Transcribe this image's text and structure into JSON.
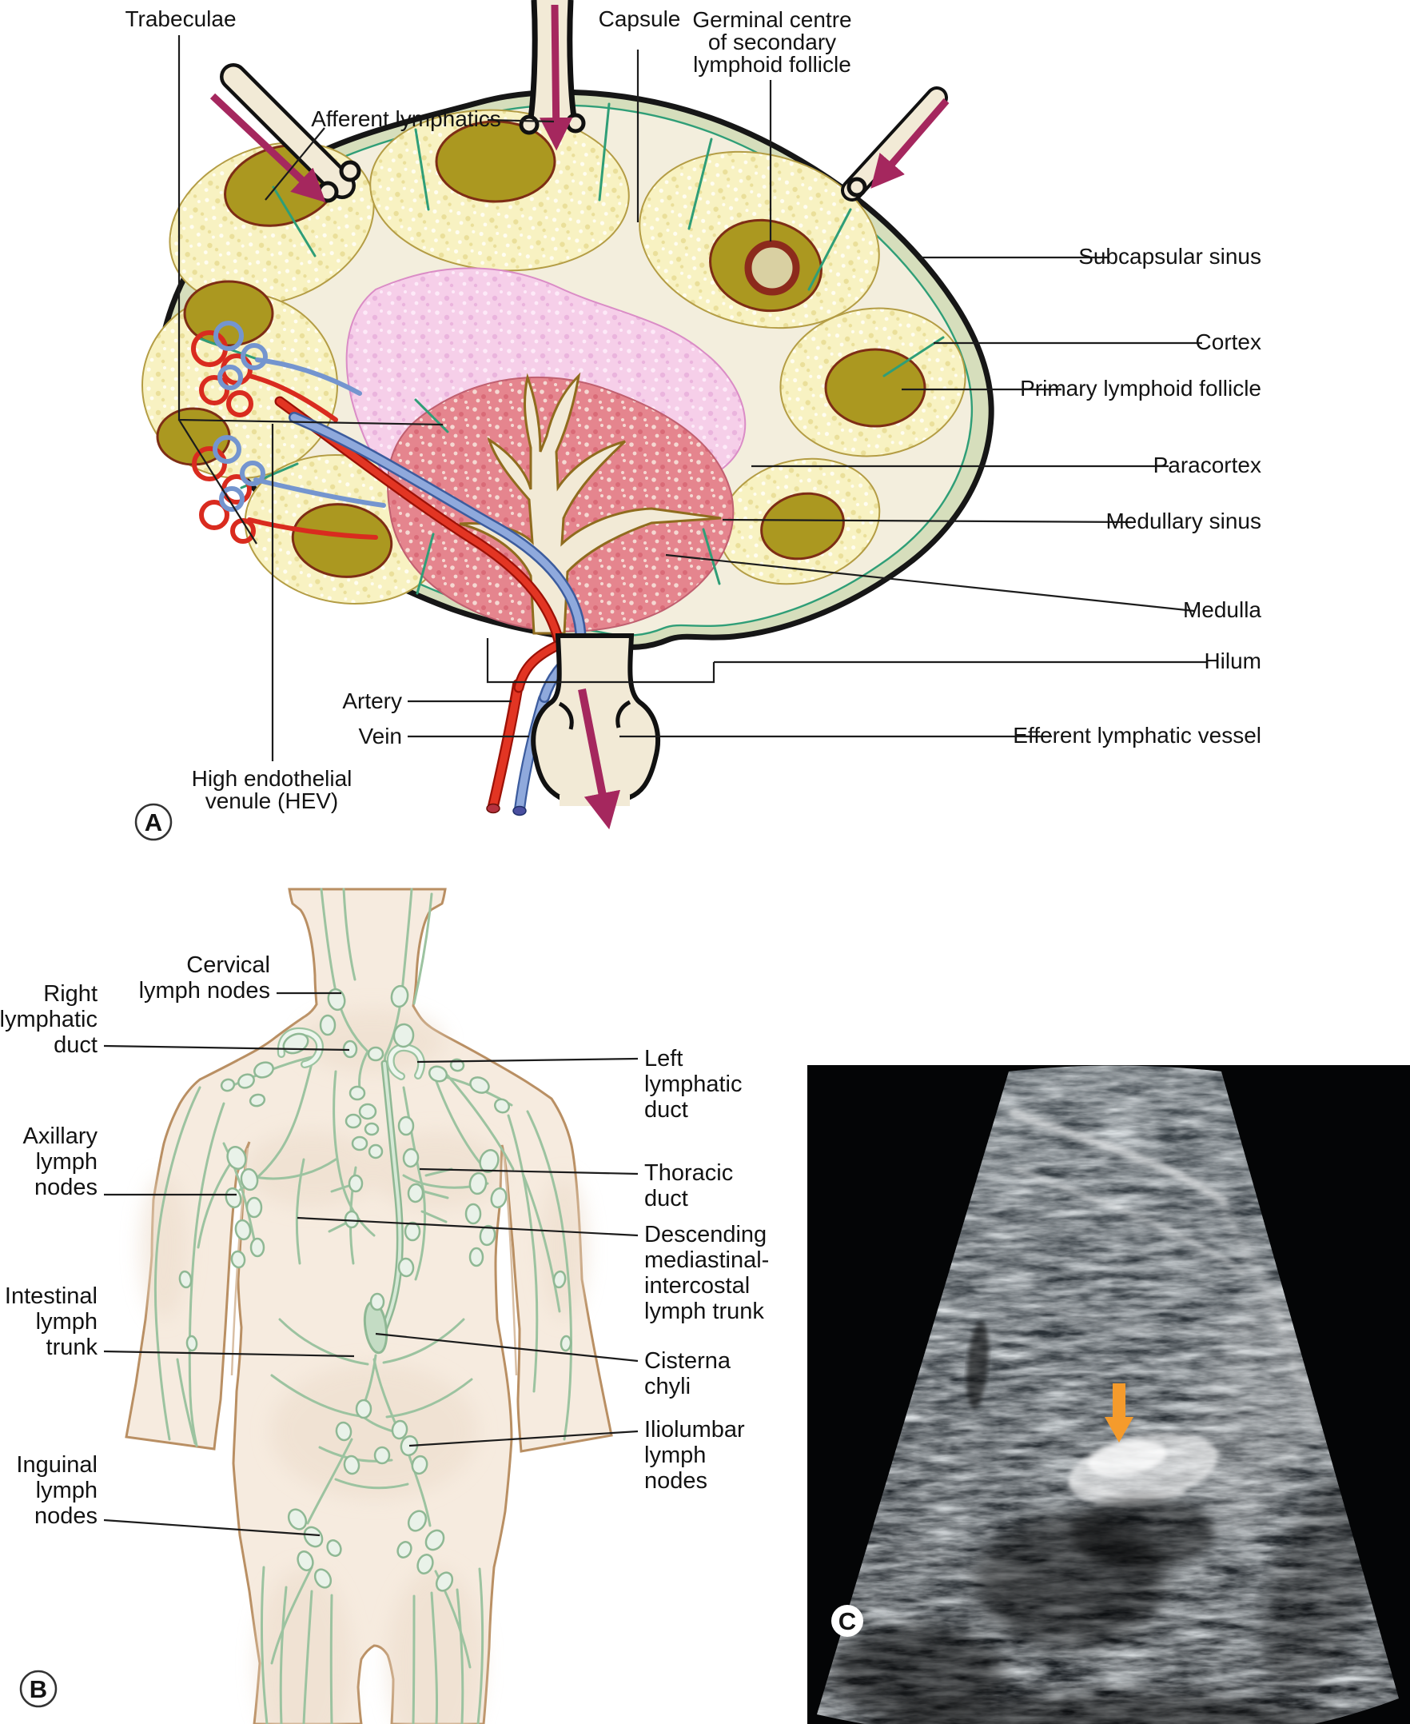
{
  "figure": {
    "type": "medical-textbook-figure",
    "subject": "Lymph node structure, lymphatic system distribution and ultrasound",
    "panels": [
      "A",
      "B",
      "C"
    ]
  },
  "panelA": {
    "badge": "A",
    "description": "Cross-section diagram of a lymph node",
    "labels": {
      "trabeculae": "Trabeculae",
      "afferent": "Afferent lymphatics",
      "capsule": "Capsule",
      "germinal": {
        "lines": [
          "Germinal centre",
          "of secondary",
          "lymphoid follicle"
        ]
      },
      "subcapsular": "Subcapsular sinus",
      "cortex": "Cortex",
      "primary_follicle": "Primary lymphoid follicle",
      "paracortex": "Paracortex",
      "medullary_sinus": "Medullary sinus",
      "medulla": "Medulla",
      "hilum": "Hilum",
      "efferent": "Efferent lymphatic vessel",
      "artery": "Artery",
      "vein": "Vein",
      "hev": {
        "lines": [
          "High endothelial",
          "venule (HEV)"
        ]
      }
    }
  },
  "panelB": {
    "badge": "B",
    "description": "Anterior torso showing distribution of lymph nodes and lymphatic vessels",
    "labels": {
      "cervical": {
        "lines": [
          "Cervical",
          "lymph nodes"
        ]
      },
      "right_duct": {
        "lines": [
          "Right",
          "lymphatic",
          "duct"
        ]
      },
      "axillary": {
        "lines": [
          "Axillary",
          "lymph",
          "nodes"
        ]
      },
      "intestinal": {
        "lines": [
          "Intestinal",
          "lymph",
          "trunk"
        ]
      },
      "inguinal": {
        "lines": [
          "Inguinal",
          "lymph",
          "nodes"
        ]
      },
      "left_duct": {
        "lines": [
          "Left",
          "lymphatic",
          "duct"
        ]
      },
      "thoracic": {
        "lines": [
          "Thoracic",
          "duct"
        ]
      },
      "descending": {
        "lines": [
          "Descending",
          "mediastinal-",
          "intercostal",
          "lymph trunk"
        ]
      },
      "cisterna": {
        "lines": [
          "Cisterna",
          "chyli"
        ]
      },
      "iliolumbar": {
        "lines": [
          "Iliolumbar",
          "lymph",
          "nodes"
        ]
      }
    }
  },
  "panelC": {
    "badge": "C",
    "description": "Ultrasound image with orange arrow marker indicating a lymph node",
    "marker_icon": "orange-down-arrow"
  },
  "colors": {
    "flow_arrow_magenta": "#a5275e",
    "artery_red": "#e23523",
    "vein_blue": "#8fa9dc",
    "capsule_sage": "#d6debc",
    "sinus_cream": "#f3eedd",
    "cortex_yellow": "#f8f2c2",
    "follicle_olive": "#ab9820",
    "germinal_ring_red": "#8c2a1c",
    "paracortex_pink": "#f6cfe9",
    "medulla_rose": "#e5858e",
    "trabecula_teal": "#2f9e77",
    "lymph_green": "#9cc3a0",
    "skin": "#f6ebdf",
    "skin_outline": "#b98f63",
    "ultrasound_marker_orange": "#f59b2c",
    "ultrasound_background": "#000000"
  }
}
